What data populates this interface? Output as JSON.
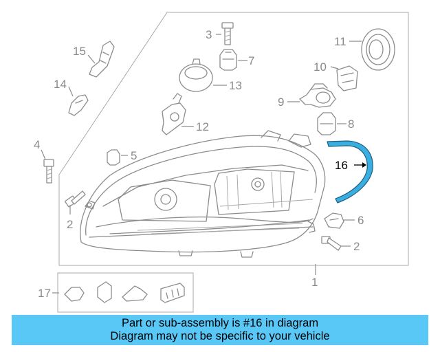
{
  "callouts": {
    "c1": "1",
    "c2a": "2",
    "c2b": "2",
    "c3": "3",
    "c4": "4",
    "c5": "5",
    "c6": "6",
    "c7": "7",
    "c8": "8",
    "c9": "9",
    "c10": "10",
    "c11": "11",
    "c12": "12",
    "c13": "13",
    "c14": "14",
    "c15": "15",
    "c16": "16",
    "c17": "17"
  },
  "highlight": {
    "part_number": "16",
    "color": "#3aaee0"
  },
  "banner": {
    "line1": "Part or sub-assembly is #16 in diagram",
    "line2": "Diagram may not be specific to your vehicle",
    "background": "#59c8f7"
  }
}
